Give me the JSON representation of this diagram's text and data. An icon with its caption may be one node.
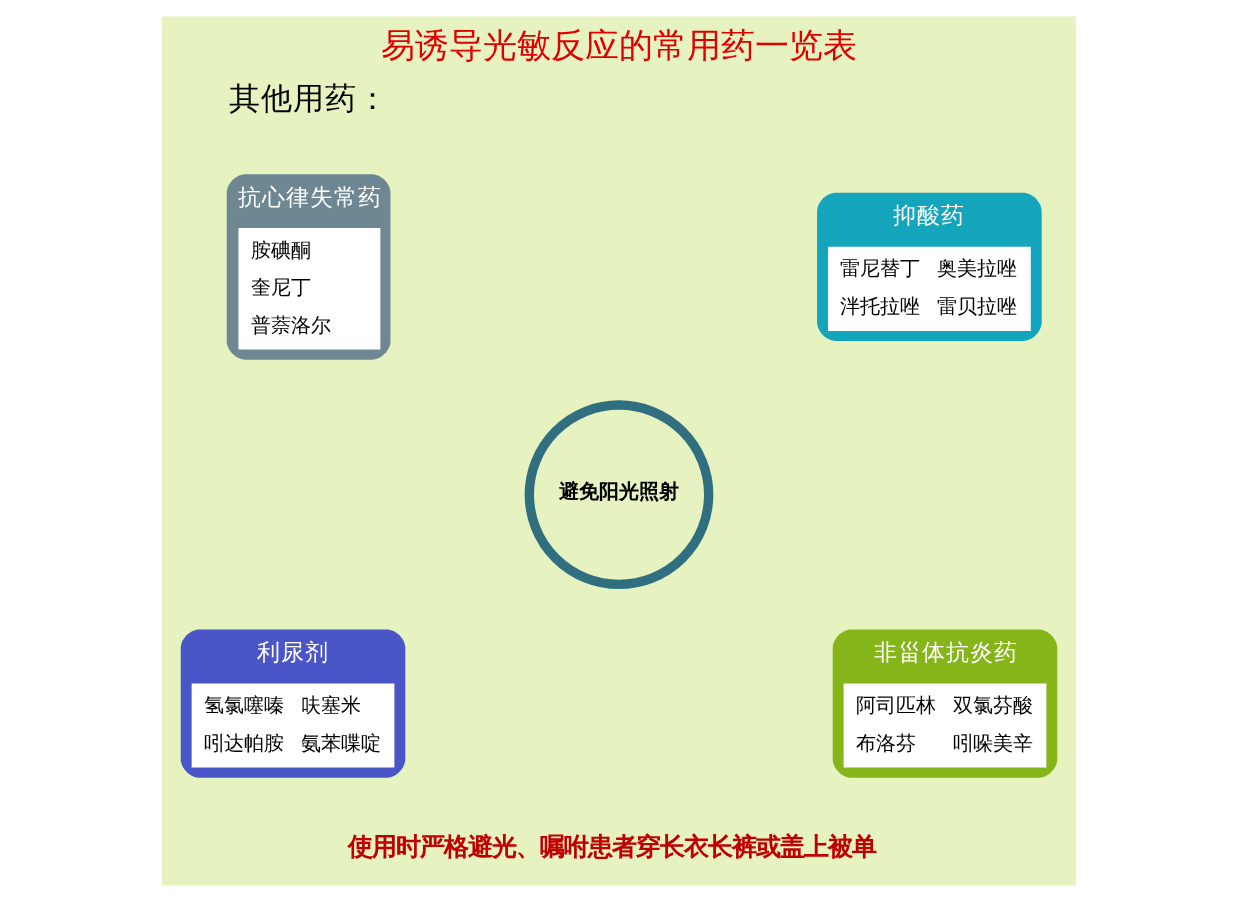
{
  "diagram": {
    "title": "易诱导光敏反应的常用药一览表",
    "nodes": [
      {
        "text": [
          "抗心律失常药",
          "胺碘酮",
          "奎尼丁",
          "普萘洛尔"
        ]
      },
      {
        "text": [
          "抑酸药",
          "雷尼替丁",
          "奥美拉唑",
          "泮托拉唑",
          "雷贝拉唑"
        ]
      },
      {
        "text": [
          "避免阳光照射"
        ]
      },
      {
        "text": [
          "利尿剂",
          "氢氯噻嗪",
          "呋塞米",
          "吲达帕胺",
          "氨苯喋啶"
        ]
      },
      {
        "text": [
          "非甾体抗炎药",
          "阿司匹林",
          "双氯芬酸",
          "布洛芬",
          "吲哚美辛"
        ]
      }
    ],
    "labels": [
      "其他用药：",
      "使用时严格避光、嘱咐患者穿长衣长裤或盖上被单"
    ]
  }
}
